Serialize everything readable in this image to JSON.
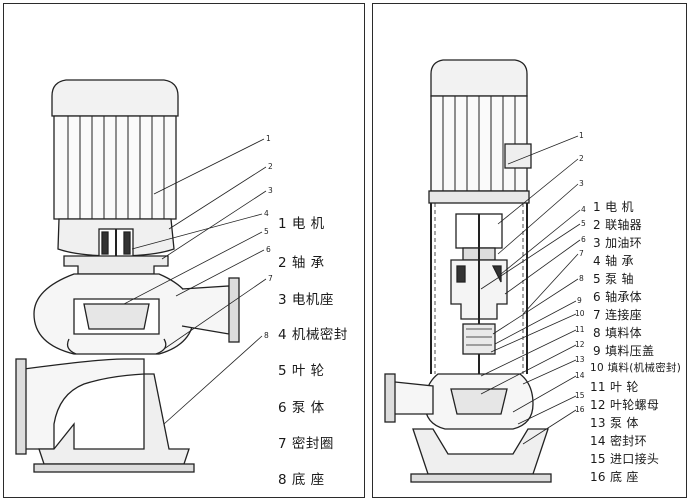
{
  "left_diagram": {
    "legend": [
      {
        "num": "1",
        "label": "电 机"
      },
      {
        "num": "2",
        "label": "轴 承"
      },
      {
        "num": "3",
        "label": "电机座"
      },
      {
        "num": "4",
        "label": "机械密封"
      },
      {
        "num": "5",
        "label": "叶 轮"
      },
      {
        "num": "6",
        "label": "泵 体"
      },
      {
        "num": "7",
        "label": "密封圈"
      },
      {
        "num": "8",
        "label": "底 座"
      }
    ],
    "callouts": [
      "1",
      "2",
      "3",
      "4",
      "5",
      "6",
      "7",
      "8"
    ]
  },
  "right_diagram": {
    "legend": [
      {
        "num": "1",
        "label": "电 机"
      },
      {
        "num": "2",
        "label": "联轴器"
      },
      {
        "num": "3",
        "label": "加油环"
      },
      {
        "num": "4",
        "label": "轴 承"
      },
      {
        "num": "5",
        "label": "泵 轴"
      },
      {
        "num": "6",
        "label": "轴承体"
      },
      {
        "num": "7",
        "label": "连接座"
      },
      {
        "num": "8",
        "label": "填料体"
      },
      {
        "num": "9",
        "label": "填料压盖"
      },
      {
        "num": "10",
        "label": "填料(机械密封)"
      },
      {
        "num": "11",
        "label": "叶 轮"
      },
      {
        "num": "12",
        "label": "叶轮螺母"
      },
      {
        "num": "13",
        "label": "泵 体"
      },
      {
        "num": "14",
        "label": "密封环"
      },
      {
        "num": "15",
        "label": "进口接头"
      },
      {
        "num": "16",
        "label": "底 座"
      }
    ],
    "callouts": [
      "1",
      "2",
      "3",
      "4",
      "5",
      "6",
      "7",
      "8",
      "9",
      "10",
      "11",
      "12",
      "13",
      "14",
      "15",
      "16"
    ]
  }
}
